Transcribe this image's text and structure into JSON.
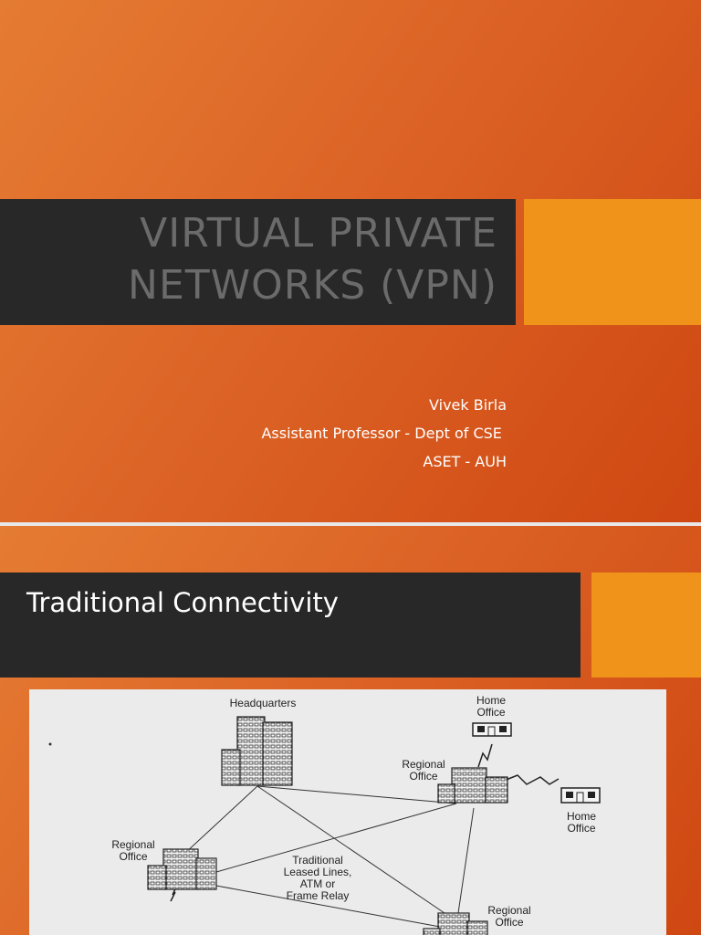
{
  "slides": [
    {
      "title_lines": [
        "VIRTUAL PRIVATE",
        "NETWORKS (VPN)"
      ],
      "author": {
        "name": "Vivek Birla",
        "position": "Assistant Professor - Dept of CSE ",
        "affiliation": "ASET - AUH"
      },
      "colors": {
        "background": "#dc6426",
        "title_bar": "#282828",
        "accent": "#ef931b",
        "title_text": "#6b6b6b"
      }
    },
    {
      "title": "Traditional Connectivity",
      "diagram": {
        "headquarters": "Headquarters",
        "home_office_top": [
          "Home",
          "Office"
        ],
        "regional_office_top": [
          "Regional",
          "Office"
        ],
        "home_office_right": [
          "Home",
          "Office"
        ],
        "regional_office_left": [
          "Regional",
          "Office"
        ],
        "network_label": [
          "Traditional",
          "Leased Lines,",
          "ATM or",
          "Frame Relay"
        ],
        "regional_office_bottom": [
          "Regional",
          "Office"
        ]
      }
    }
  ]
}
